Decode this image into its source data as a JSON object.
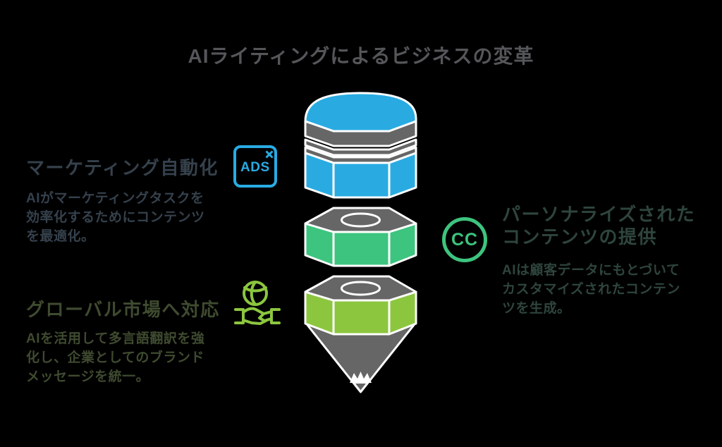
{
  "background": "#000000",
  "title": "AIライティングによるビジネスの変革",
  "colors": {
    "title_text": "#55565A",
    "blue_accent": "#29ABE2",
    "emerald_accent": "#3DC47E",
    "lime_accent": "#8CC63F",
    "pencil_gray": "#666666",
    "outline_white": "#FFFFFF",
    "marketing_text": "#35414C",
    "global_text": "#3F4B30",
    "personalized_text": "#2E453C"
  },
  "sections": {
    "marketing": {
      "heading": "マーケティング自動化",
      "body_lines": [
        "AIがマーケティングタスクを",
        "効率化するためにコンテンツ",
        "を最適化。"
      ],
      "icon": {
        "name": "ads-box-icon",
        "label": "ADS",
        "badge_icon": "x-mark-icon"
      }
    },
    "global_market": {
      "heading": "グローバル市場へ対応",
      "body_lines": [
        "AIを活用して多言語翻訳を強",
        "化し、企業としてのブランド",
        "メッセージを統一。"
      ],
      "icon": {
        "name": "globe-handshake-icon"
      }
    },
    "personalized": {
      "heading_lines": [
        "パーソナライズされた",
        "コンテンツの提供"
      ],
      "body_lines": [
        "AIは顧客データにもとづいて",
        "カスタマイズされたコンテン",
        "ツを生成。"
      ],
      "icon": {
        "name": "cc-circle-icon",
        "label": "CC"
      }
    }
  },
  "pencil": {
    "description": "exploded-pencil-illustration",
    "segments": [
      {
        "name": "eraser-cap-segment",
        "color": "#29ABE2"
      },
      {
        "name": "middle-band-segment",
        "color": "#3DC47E"
      },
      {
        "name": "tip-segment",
        "color": "#8CC63F"
      }
    ]
  }
}
